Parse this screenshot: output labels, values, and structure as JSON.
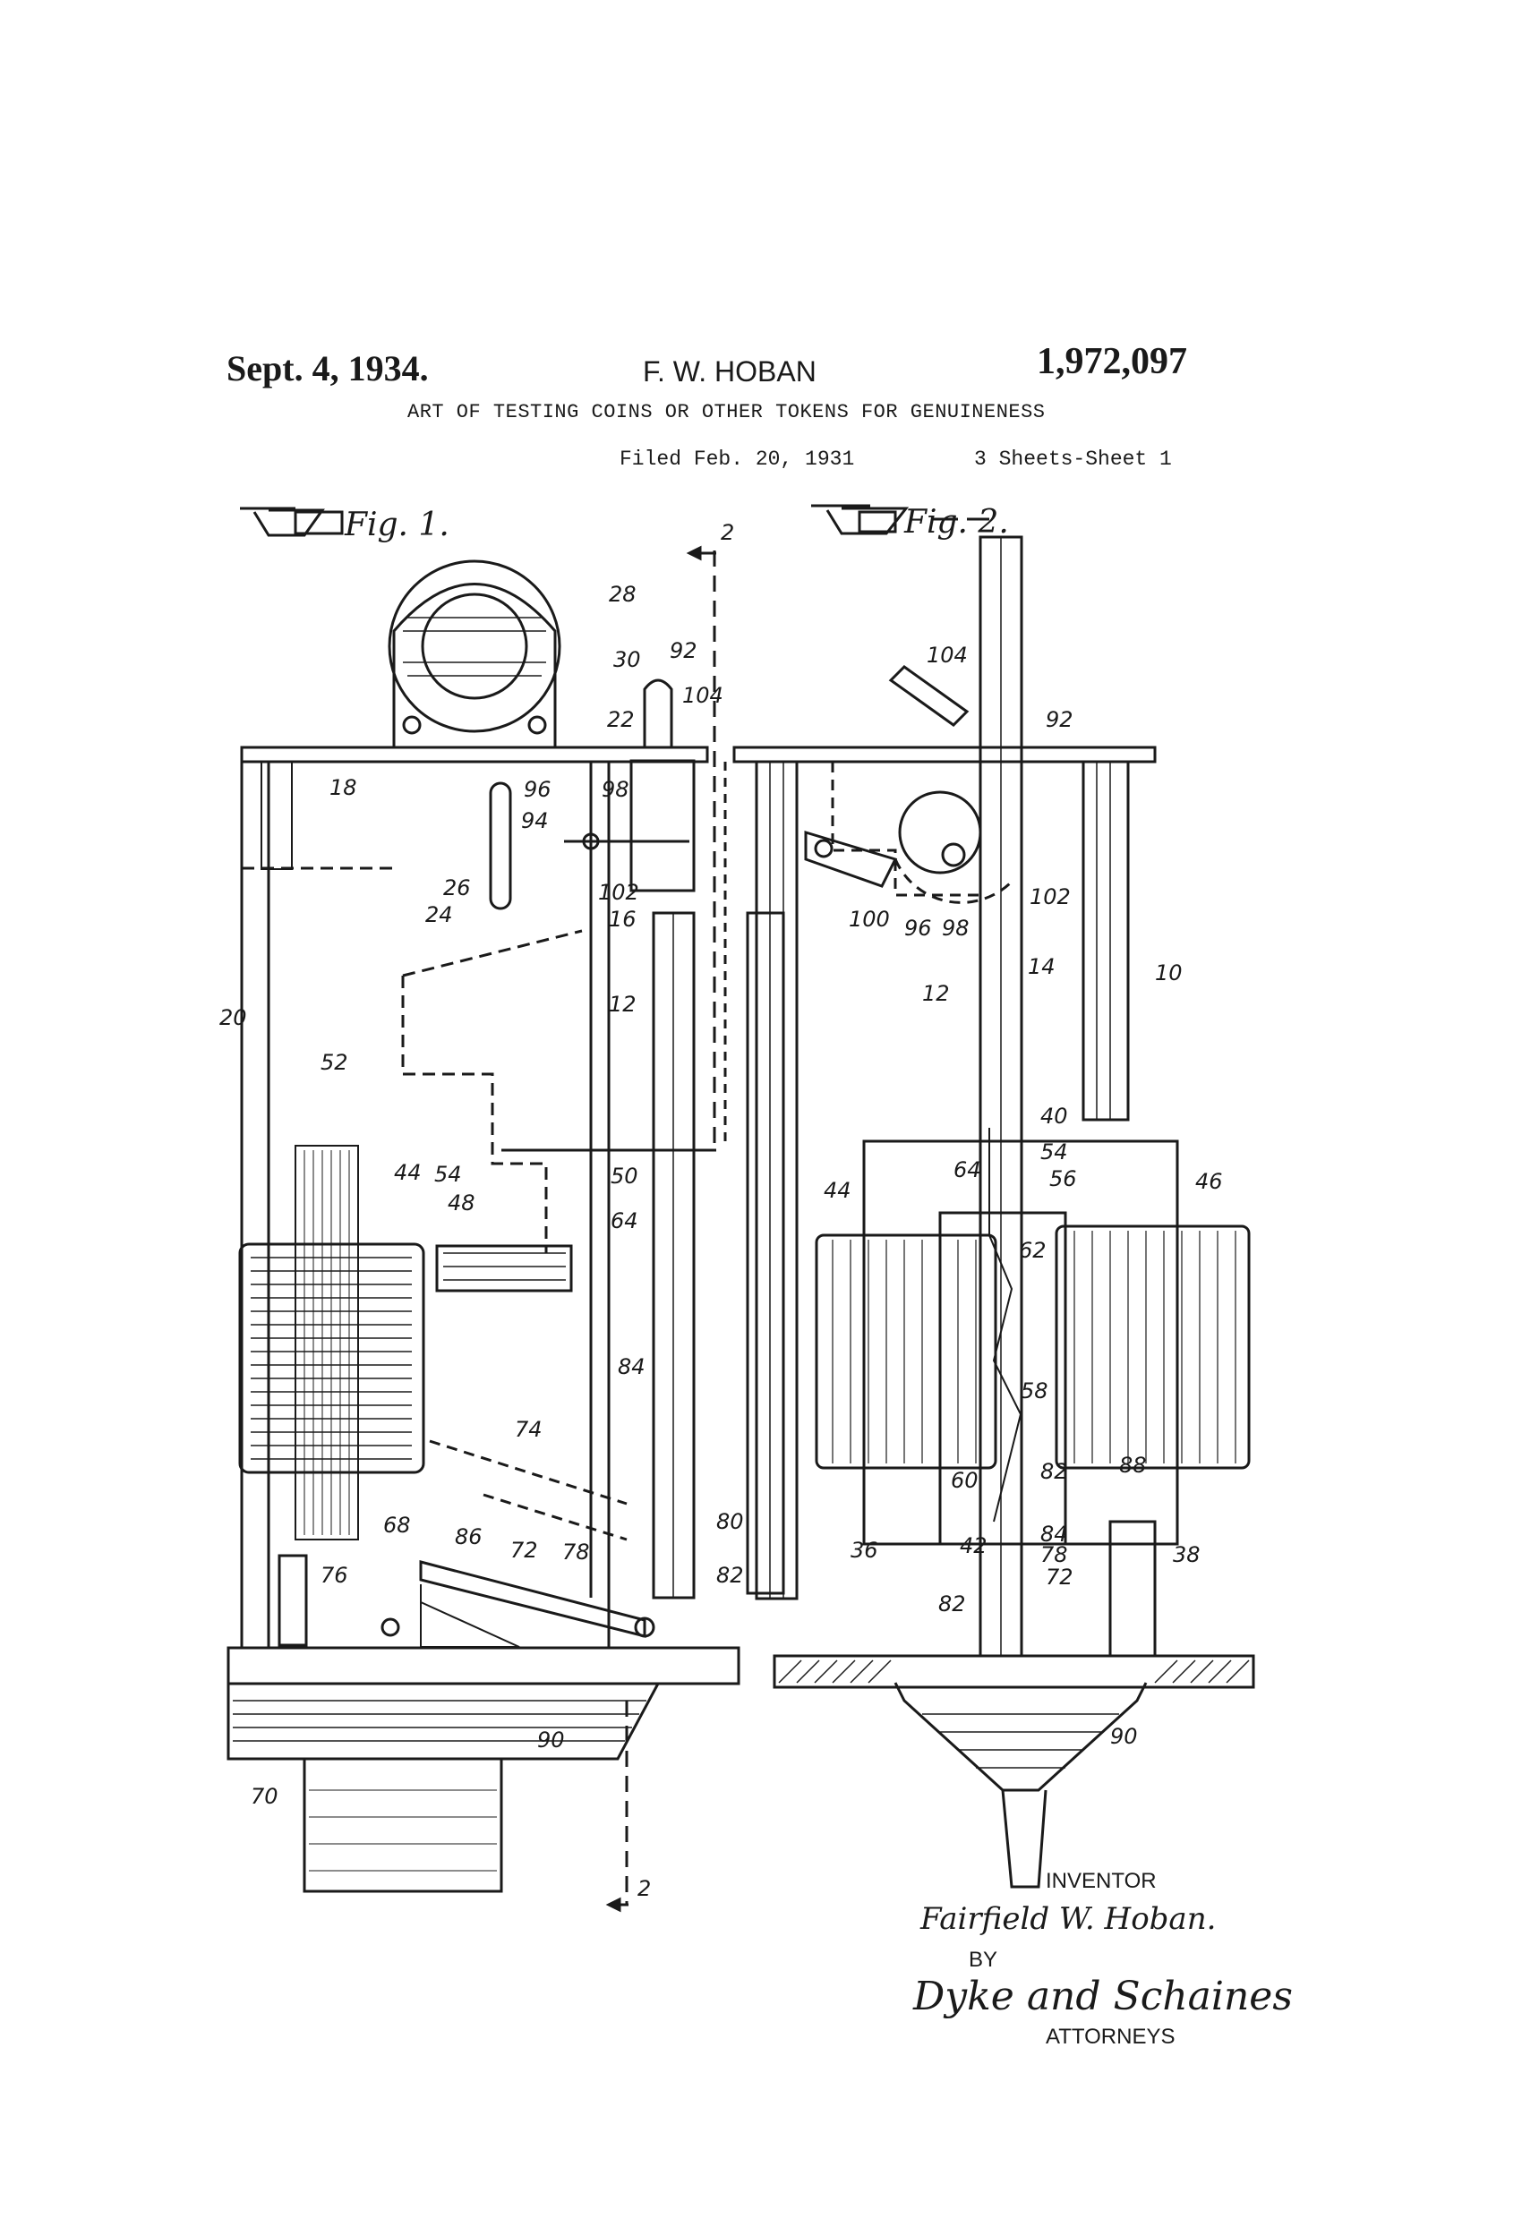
{
  "header": {
    "date": "Sept. 4, 1934.",
    "inventor_name": "F. W. HOBAN",
    "patent_number": "1,972,097",
    "title": "ART OF TESTING COINS OR OTHER TOKENS FOR GENUINENESS",
    "filed": "Filed Feb. 20, 1931",
    "sheets": "3 Sheets-Sheet 1"
  },
  "figures": {
    "fig1_label": "Fig. 1.",
    "fig2_label": "Fig. 2."
  },
  "fig1_refs": [
    "2",
    "28",
    "30",
    "92",
    "104",
    "22",
    "18",
    "96",
    "98",
    "94",
    "26",
    "24",
    "102",
    "16",
    "12",
    "20",
    "52",
    "44",
    "54",
    "48",
    "50",
    "64",
    "84",
    "74",
    "68",
    "86",
    "72",
    "78",
    "80",
    "82",
    "76",
    "70",
    "90",
    "2"
  ],
  "fig2_refs": [
    "104",
    "92",
    "100",
    "96",
    "98",
    "102",
    "14",
    "12",
    "10",
    "40",
    "54",
    "64",
    "56",
    "44",
    "46",
    "62",
    "58",
    "60",
    "82",
    "88",
    "36",
    "42",
    "84",
    "78",
    "72",
    "82",
    "38",
    "90"
  ],
  "signature": {
    "inventor_label": "INVENTOR",
    "inventor_signature": "Fairfield W. Hoban.",
    "by_label": "BY",
    "attorney_signature": "Dyke and Schaines",
    "attorneys_label": "ATTORNEYS"
  }
}
